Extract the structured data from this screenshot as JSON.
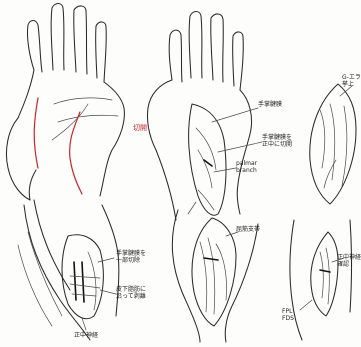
{
  "annotations": {
    "fig2_red": "切開",
    "fig3_a": "手掌腱膜",
    "fig3_b": "手掌腱膜を\n正中に切開",
    "fig3_c": "palmar\nbranch",
    "fig4_a": "G-エラ\n挙上",
    "fig5_a": "手掌腱膜を\n一部切除",
    "fig5_b": "皮下脂肪に\n沿って剥離",
    "fig5_c": "正中神経",
    "fig6_a": "屈筋支帯",
    "fig7_a": "正中神経\n確認",
    "fig7_b": "FPL\nFDS"
  },
  "colors": {
    "ink": "#2b2b2b",
    "red": "#c8262b",
    "paper": "#fdfdfc"
  }
}
